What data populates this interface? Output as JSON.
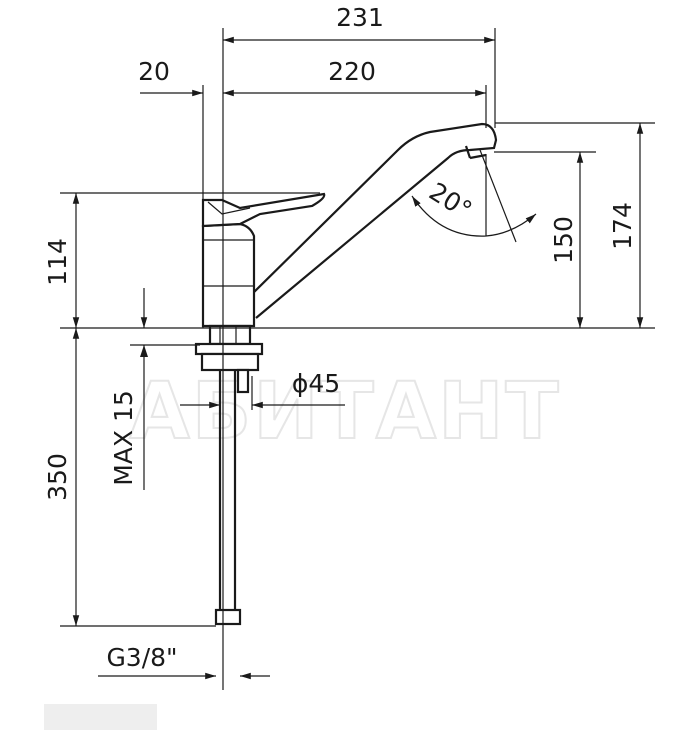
{
  "dimensions": {
    "overall_reach": "231",
    "body_offset": "20",
    "spout_reach": "220",
    "body_height": "114",
    "spout_angle": "20°",
    "outlet_height": "150",
    "total_height": "174",
    "mount_diameter": "ϕ45",
    "max_deck_thickness": "MAX 15",
    "hose_length": "350",
    "connection_thread": "G3/8\""
  },
  "watermark": {
    "text": "АБИТАНТ",
    "color": "#e6e6e6"
  },
  "colors": {
    "line": "#1a1a1a",
    "background": "#ffffff",
    "footer_bar": "#eeeeee"
  }
}
